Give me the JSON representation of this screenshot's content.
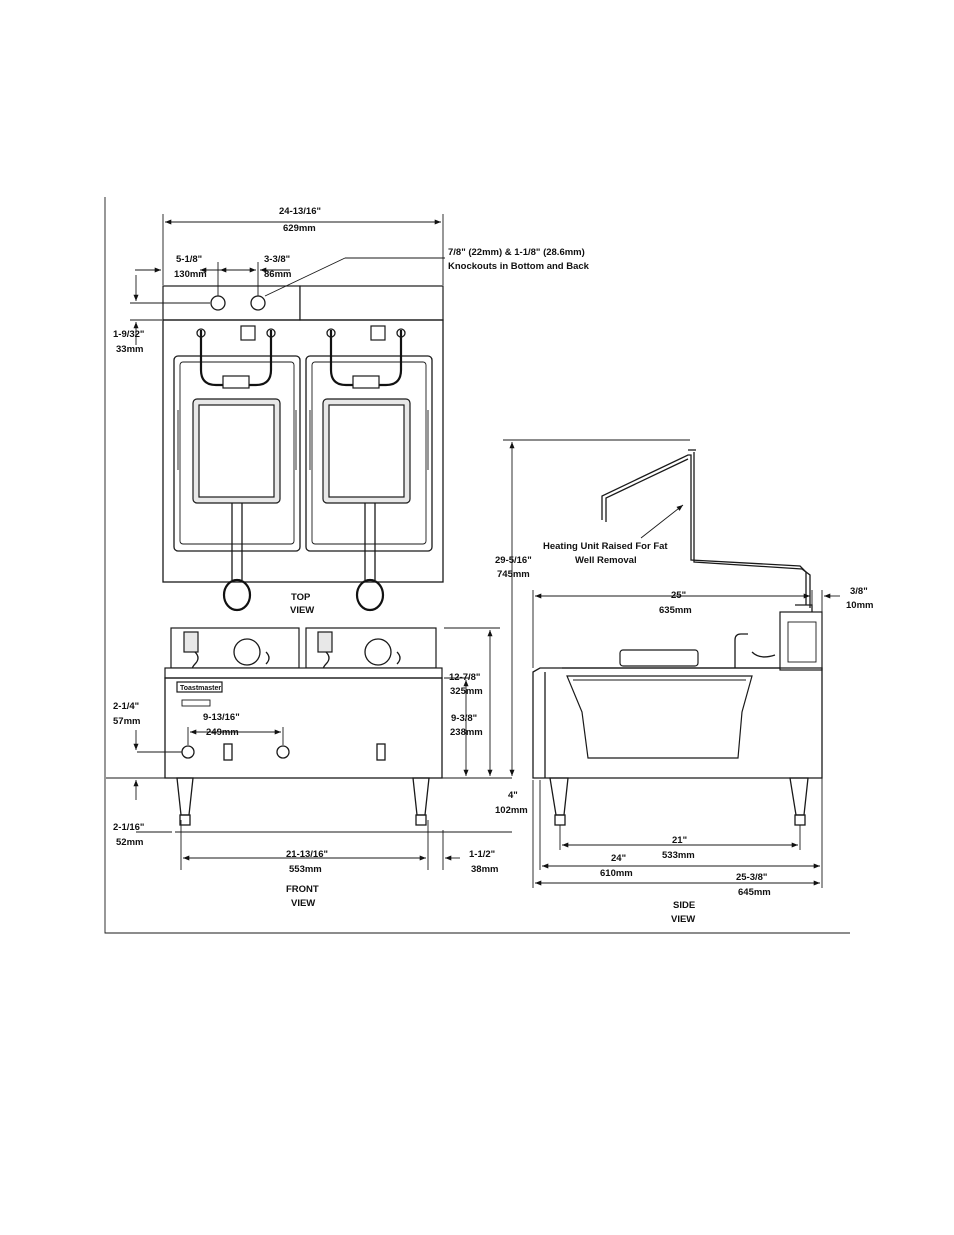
{
  "dimensions": {
    "overall_width_in": "24-13/16\"",
    "overall_width_mm": "629mm",
    "knockout_offset1_in": "5-1/8\"",
    "knockout_offset1_mm": "130mm",
    "knockout_spacing_in": "3-3/8\"",
    "knockout_spacing_mm": "86mm",
    "knockout_note_line1": "7/8\" (22mm) & 1-1/8\" (28.6mm)",
    "knockout_note_line2": "Knockouts in Bottom and Back",
    "knockout_height_in": "1-9/32\"",
    "knockout_height_mm": "33mm",
    "control_height_in": "2-1/4\"",
    "control_height_mm": "57mm",
    "control_spacing_in": "9-13/16\"",
    "control_spacing_mm": "249mm",
    "total_height_in": "12-7/8\"",
    "total_height_mm": "325mm",
    "body_height_in": "9-3/8\"",
    "body_height_mm": "238mm",
    "leg_height_in": "4\"",
    "leg_height_mm": "102mm",
    "foot_in": "2-1/16\"",
    "foot_mm": "52mm",
    "leg_spacing_in": "21-13/16\"",
    "leg_spacing_mm": "553mm",
    "side_offset_in": "1-1/2\"",
    "side_offset_mm": "38mm",
    "raised_height_in": "29-5/16\"",
    "raised_height_mm": "745mm",
    "side_length_in": "25\"",
    "side_length_mm": "635mm",
    "side_overhang_in": "3/8\"",
    "side_overhang_mm": "10mm",
    "side_leg_in": "21\"",
    "side_leg_mm": "533mm",
    "side_body_in": "24\"",
    "side_body_mm": "610mm",
    "side_total_in": "25-3/8\"",
    "side_total_mm": "645mm"
  },
  "notes": {
    "heating_line1": "Heating Unit Raised For Fat",
    "heating_line2": "Well Removal"
  },
  "views": {
    "top_1": "TOP",
    "top_2": "VIEW",
    "front_1": "FRONT",
    "front_2": "VIEW",
    "side_1": "SIDE",
    "side_2": "VIEW"
  },
  "brand_plate": "Toastmaster"
}
